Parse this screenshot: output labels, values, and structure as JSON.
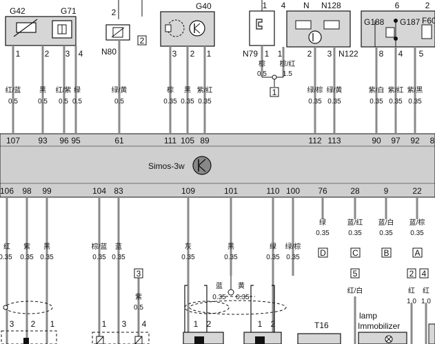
{
  "ecu": {
    "label": "Simos-3w",
    "top_pins": [
      "107",
      "93",
      "96",
      "95",
      "61",
      "111",
      "105",
      "89",
      "112",
      "113",
      "90",
      "97",
      "92",
      "8"
    ],
    "bottom_pins": [
      "106",
      "98",
      "99",
      "104",
      "83",
      "109",
      "101",
      "110",
      "100",
      "76",
      "28",
      "9",
      "22"
    ]
  },
  "components": {
    "g42": "G42",
    "g71": "G71",
    "n80": "N80",
    "g40": "G40",
    "n79": "N79",
    "n": "N",
    "n128": "N128",
    "n122": "N122",
    "g188": "G188",
    "g187": "G187",
    "f60": "F60",
    "t16": "T16",
    "lamp_immobilizer": [
      "lamp",
      "Immobilizer"
    ]
  },
  "top_wires": [
    {
      "color": "红/蓝",
      "size": "0.5"
    },
    {
      "color": "黑",
      "size": "0.5"
    },
    {
      "color": "红/紫",
      "size": "0.5"
    },
    {
      "color": "绿",
      "size": "0.5"
    },
    {
      "color": "绿/黄",
      "size": "0.5"
    },
    {
      "color": "棕",
      "size": "0.35"
    },
    {
      "color": "黑",
      "size": "0.35"
    },
    {
      "color": "紫/红",
      "size": "0.35"
    },
    {
      "color": "绿/棕",
      "size": "0.35"
    },
    {
      "color": "绿/黄",
      "size": "0.35"
    },
    {
      "color": "紫/白",
      "size": "0.35"
    },
    {
      "color": "紫/红",
      "size": "0.35"
    },
    {
      "color": "紫/黑",
      "size": "0.35"
    }
  ],
  "top_connector_pins": [
    "1",
    "2",
    "3",
    "4",
    "2",
    "3",
    "2",
    "1",
    "1",
    "2",
    "1",
    "4",
    "1",
    "3",
    "8",
    "4",
    "5",
    "6",
    "2"
  ],
  "n79_wires": [
    {
      "color": "棕",
      "size": "0.5"
    },
    {
      "color": "棕/红",
      "size": "1.5"
    }
  ],
  "bottom_wires": [
    {
      "color": "红",
      "size": "0.35"
    },
    {
      "color": "紫",
      "size": "0.35"
    },
    {
      "color": "黑",
      "size": "0.35"
    },
    {
      "color": "棕/蓝",
      "size": "0.35"
    },
    {
      "color": "蓝",
      "size": "0.35"
    },
    {
      "color": "灰",
      "size": "0.35"
    },
    {
      "color": "黑",
      "size": "0.35"
    },
    {
      "color": "绿",
      "size": "0.35"
    },
    {
      "color": "绿/棕",
      "size": "0.35"
    },
    {
      "color": "绿",
      "size": "0.35"
    },
    {
      "color": "蓝/红",
      "size": "0.35"
    },
    {
      "color": "蓝/白",
      "size": "0.35"
    },
    {
      "color": "蓝/棕",
      "size": "0.35"
    }
  ],
  "shield_wires": [
    {
      "color": "蓝",
      "size": "0.35"
    },
    {
      "color": "黄",
      "size": "0.35"
    }
  ],
  "sub_wires": [
    {
      "color": "紫",
      "size": "0.5"
    },
    {
      "color": "红/白",
      "size": ""
    },
    {
      "color": "红",
      "size": "1.0"
    },
    {
      "color": "红",
      "size": "1.0"
    }
  ],
  "bottom_connector_pins": [
    "3",
    "2",
    "1",
    "1",
    "3",
    "4",
    "1",
    "2",
    "1",
    "2"
  ],
  "refs": {
    "r2": "2",
    "r1": "1",
    "r3": "3",
    "r5": "5",
    "r2b": "2",
    "r4": "4",
    "d": "D",
    "c": "C",
    "b": "B",
    "a": "A"
  },
  "colors": {
    "ecu_fill": "#cfcfcf",
    "wire": "#8a8a8a",
    "line": "#111111",
    "component_fill": "#d6d6d6"
  }
}
